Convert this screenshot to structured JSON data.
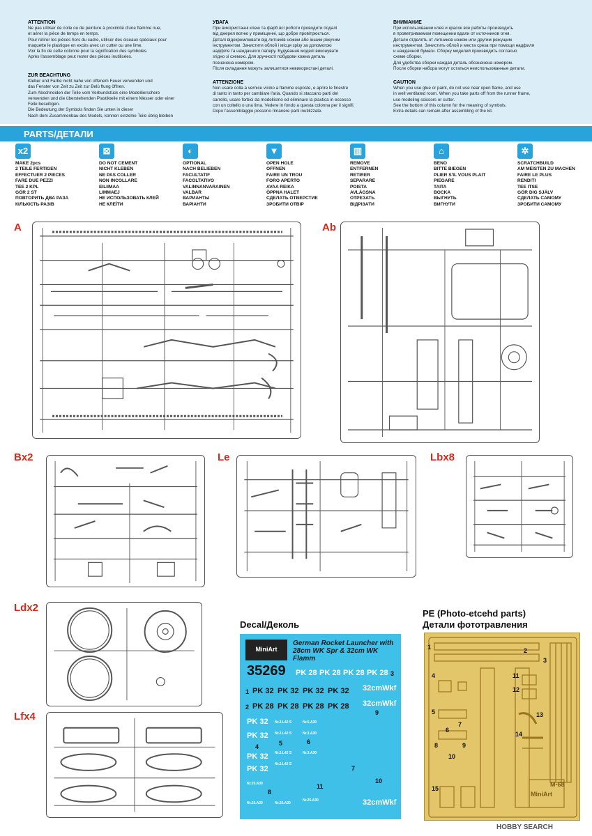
{
  "warnings": [
    {
      "title": "ATTENTION",
      "text": "Ne pas utiliser de colle ou de peinture à proximité d'une flamme nue,\net aérer la pièce de temps en temps.\nPour retirer les pièces hors du cadre, utiliser des ciseaux spéciaux pour\nmaquette le plastique en excès avec un cutter ou une lime.\nVoir la fin de cette colonne pour la signification des symboles.\nAprès l'assemblage peut rester des pièces inutilisées."
    },
    {
      "title": "ZUR BEACHTUNG",
      "text": "Kleber und Farbe nicht nahe von offenem Feuer verwenden und\ndas Fenster von Zeit zu Zeit zur Belü ftung öffnen.\nZum Abschneiden der Teile vom Verbundstück eine Modellierschere\nverwenden und die überstehenden Plastikteile mit einem Messer oder einer\nFeile beseitigen.\nDie Bedeutung der Symbols finden Sie unten in dieser\nNach dem Zusammenbau des Models, konnen einzelne Teile übrig bleiben"
    },
    {
      "title": "УВАГА",
      "text": "При використанні клею та фарб всі роботи проводити подалі\nвід джерел вогню у приміщенні, що добре провітрюється.\nДеталі відокремлювати від литників ножем або іншим ріжучим\nінструментом. Зачистити облой і місця зрізу за допомогою\nнадфіля та наждачного паперу. Будування моделі виконувати\nзгідно зі схемою. Для зручності побудови кожна деталь\nпозначена номером.\nПісля складання можуть залишитися невикористані деталі."
    },
    {
      "title": "ATTENZIONE",
      "text": "Non usare colla a vernice vicino a flamme esposte, e aprire le finestre\ndi tanto in tanto per cambiare l'aria. Quando si staccano parti del\ncarrello, usare forbici da modellismo ed eliminare la plastica in eccesso\ncon un coltello o una lima. Vedere in fondo a questa colonna per il signifi.\nDopo l'assemblaggio possono rimanere parti inutilizzate."
    },
    {
      "title": "ВНИМАНИЕ",
      "text": "При использовании клея и красок все работы производить\nв проветриваемом помещении вдали от источников огня.\nДетали отделять от литников ножом или другим режущим\nинструментом. Зачистить облой и места среза при помощи надфиля\nи наждачной бумаги. Сборку моделей производить согласно\nсхеме сборки.\nДля удобства сборки каждая деталь обозначена номером.\nПосле сборки набора могут остаться неиспользованные детали."
    },
    {
      "title": "CAUTION",
      "text": "When you use glue or paint, do not use near open flame, and use\nin well ventilated room. When you take parts off from the runner frame,\nuse modeling scissors or cutter.\nSee the bottom of this column for the meaning of symbols.\nExtra details can remain after assembling of the kit."
    }
  ],
  "parts_heading": "PARTS/ДЕТАЛИ",
  "legend": [
    {
      "icon": "x2",
      "text": "MAKE 2pcs\n2 TEILE FERTIGEN\nEFFECTUER 2 PIECES\nFARE DUE PEZZI\nTEE 2 KPL\nGÖR 2 ST\nПОВТОРИТЬ ДВА РАЗА\nКІЛЬКІСТЬ РАЗІВ"
    },
    {
      "icon": "⊠",
      "text": "DO NOT CEMENT\nNICHT KLEBEN\nNE PAS COLLER\nNON INCOLLARE\nEILIIMAA\nLIMMAEJ\nНЕ ИСПОЛЬЗОВАТЬ КЛЕЙ\nНЕ КЛЕЇТИ"
    },
    {
      "icon": "◐",
      "text": "OPTIONAL\nNACH BELIEBEN\nFACULTATIF\nFACOLTATIVO\nVALINNANVARAINEN\nVALBAR\nВАРИАНТЫ\nВАРІАНТИ"
    },
    {
      "icon": "▼",
      "text": "OPEN HOLE\nOFFNEN\nFAIRE UN TROU\nFORO APERTO\nAVAA REIKA\nÖPPNA HALET\nСДЕЛАТЬ ОТВЕРСТИЕ\nЗРОБИТИ ОТВІР"
    },
    {
      "icon": "▥",
      "text": "REMOVE\nENTFERNEN\nRETIRER\nSEPARARE\nPOISTA\nAVLÄGSNA\nОТРЕЗАТЬ\nВІДРІЗАТИ"
    },
    {
      "icon": "⌂",
      "text": "BENO\nBITTE BIEGEN\nPLIER S'IL VOUS PLAIT\nPIEGARE\nTAITA\nBOCKA\nВЫГНУТЬ\nВИГНУТИ"
    },
    {
      "icon": "✲",
      "text": "SCRATCHBUILD\nAM MEISTEN ZU MACHEN\nFAIRE LE PLUS\nRENDITI\nTEE ITSE\nGÖR DIG SJÄLV\nСДЕЛАТЬ САМОМУ\nЗРОБИТИ САМОМУ"
    }
  ],
  "sprues": {
    "a": "A",
    "ab": "Ab",
    "b": "Bx2",
    "le": "Le",
    "lb": "Lbx8",
    "ld": "Ldx2",
    "lf": "Lfx4"
  },
  "decal": {
    "heading": "Decal/Деколь",
    "logo": "MiniArt",
    "title": "German Rocket Launcher with 28cm WK Spr & 32cm WK Flamm",
    "number": "35269",
    "pk28": "PK 28",
    "pk32": "PK 32",
    "k32": "32cmWkf",
    "tags": [
      "Nr.2.L42 S",
      "Nr.5.A30",
      "Nr.3.A30",
      "Nr.25.A30"
    ],
    "nums": [
      "1",
      "2",
      "3",
      "4",
      "5",
      "6",
      "7",
      "8",
      "9",
      "10",
      "11"
    ]
  },
  "pe": {
    "heading": "PE (Photo-etcehd parts)\nДетали фототравления",
    "code": "M-68",
    "logo": "MiniArt",
    "nums": [
      "1",
      "2",
      "3",
      "4",
      "5",
      "6",
      "7",
      "8",
      "9",
      "10",
      "11",
      "12",
      "13",
      "14",
      "15"
    ]
  },
  "watermark": "HOBBY SEARCH"
}
